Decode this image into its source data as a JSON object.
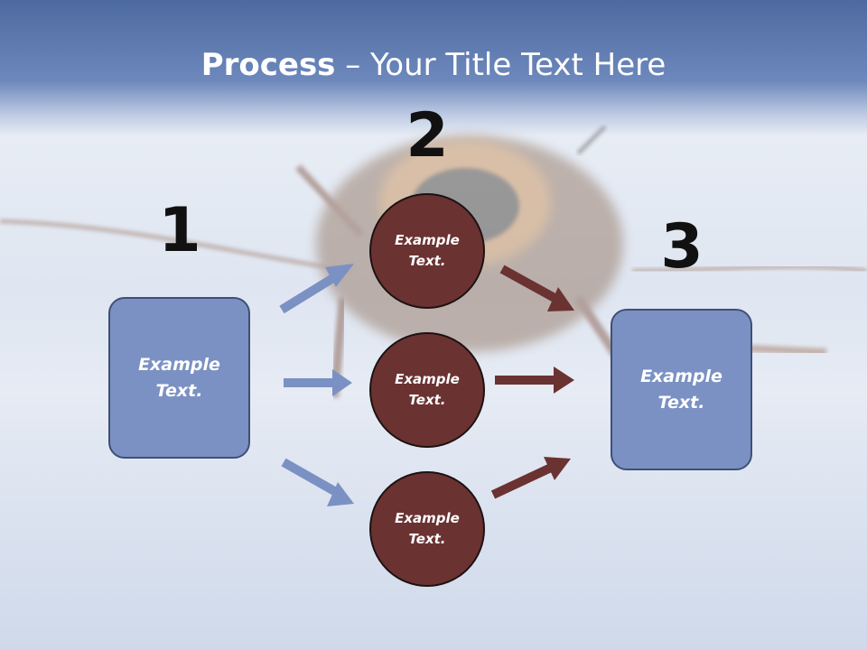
{
  "slide": {
    "title_bold": "Process",
    "title_rest": " – Your Title Text Here"
  },
  "steps": {
    "step1_number": "1",
    "step2_number": "2",
    "step3_number": "3"
  },
  "nodes": {
    "left_box": "Example\nText.",
    "circle_top": "Example\nText.",
    "circle_middle": "Example\nText.",
    "circle_bottom": "Example\nText.",
    "right_box": "Example\nText."
  },
  "colors": {
    "box_fill": "#7b91c3",
    "circle_fill": "#6b3232",
    "arrow_blue": "#7b91c3",
    "arrow_maroon": "#6b3232"
  }
}
